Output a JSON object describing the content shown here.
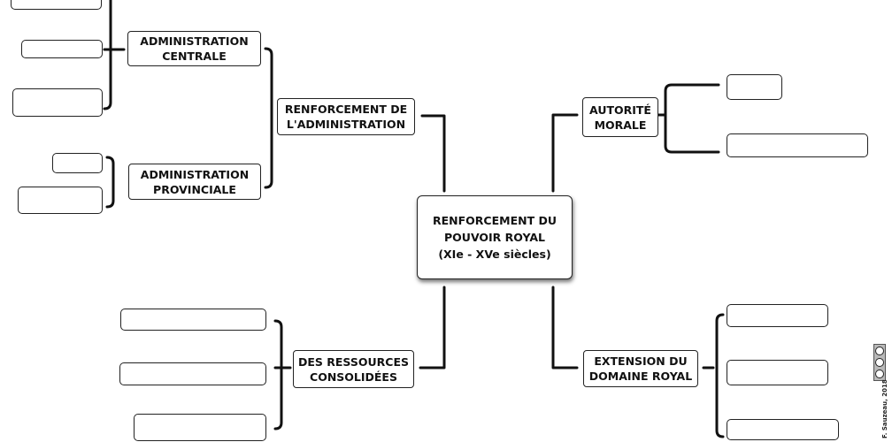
{
  "center": {
    "label": "RENFORCEMENT DU\nPOUVOIR ROYAL\n(XIe - XVe siècles)"
  },
  "branches": {
    "administration": "RENFORCEMENT DE\nL'ADMINISTRATION",
    "admin_centrale": "ADMINISTRATION\nCENTRALE",
    "admin_provinciale": "ADMINISTRATION\nPROVINCIALE",
    "autorite_morale": "AUTORITÉ\nMORALE",
    "ressources": "DES RESSOURCES\nCONSOLIDÉES",
    "extension": "EXTENSION DU\nDOMAINE ROYAL"
  },
  "credit": "F. Sauzeau, 2018"
}
